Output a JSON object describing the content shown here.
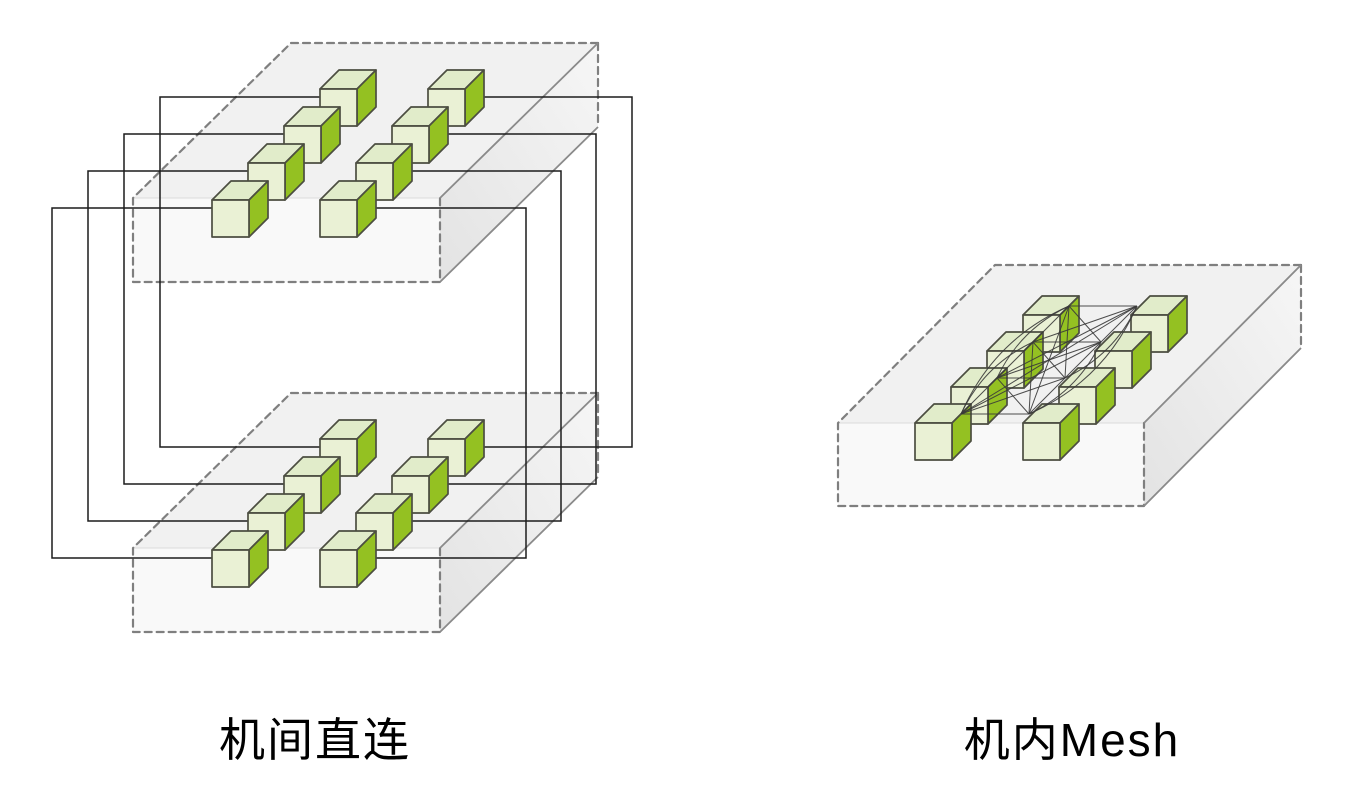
{
  "diagrams": [
    {
      "id": "inter-machine-direct",
      "label": "机间直连",
      "machines": 2,
      "chips_per_machine": 8,
      "link_type": "direct"
    },
    {
      "id": "intra-machine-mesh",
      "label": "机内Mesh",
      "machines": 1,
      "chips_per_machine": 8,
      "link_type": "mesh"
    }
  ],
  "colors": {
    "background": "#ffffff",
    "cube_front": "#eaf1d5",
    "cube_top": "#e1ecca",
    "cube_side": "#94c122",
    "cube_stroke": "#4c4e41",
    "slab_top": "#f1f1f1",
    "slab_front": "#f9f9f9",
    "slab_side_dark": "#e3e3e3",
    "slab_side_light": "#f6f6f6",
    "slab_stroke": "#7f7f7f",
    "slab_solid_edge": "#8a8a8a",
    "link_line": "#1c1c1c",
    "mesh_line": "#3a3a3a",
    "label_text": "#000000"
  }
}
